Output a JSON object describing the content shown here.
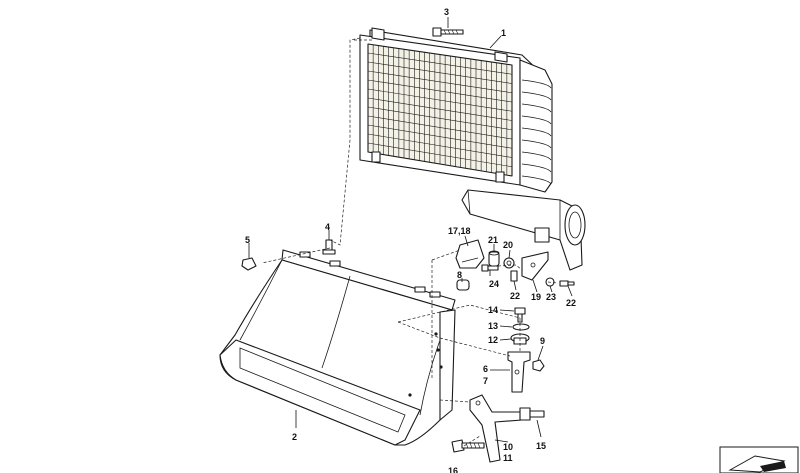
{
  "callouts": [
    {
      "id": "c1",
      "text": "1"
    },
    {
      "id": "c2",
      "text": "2"
    },
    {
      "id": "c3",
      "text": "3"
    },
    {
      "id": "c4",
      "text": "4"
    },
    {
      "id": "c5",
      "text": "5"
    },
    {
      "id": "c6",
      "text": "6"
    },
    {
      "id": "c7",
      "text": "7"
    },
    {
      "id": "c8",
      "text": "8"
    },
    {
      "id": "c9",
      "text": "9"
    },
    {
      "id": "c10",
      "text": "10"
    },
    {
      "id": "c11",
      "text": "11"
    },
    {
      "id": "c12",
      "text": "12"
    },
    {
      "id": "c13",
      "text": "13"
    },
    {
      "id": "c14",
      "text": "14"
    },
    {
      "id": "c15",
      "text": "15"
    },
    {
      "id": "c16",
      "text": "16"
    },
    {
      "id": "c1718",
      "text": "17,18"
    },
    {
      "id": "c19",
      "text": "19"
    },
    {
      "id": "c20",
      "text": "20"
    },
    {
      "id": "c21",
      "text": "21"
    },
    {
      "id": "c22a",
      "text": "22"
    },
    {
      "id": "c22b",
      "text": "22"
    },
    {
      "id": "c23",
      "text": "23"
    },
    {
      "id": "c24",
      "text": "24"
    }
  ],
  "colors": {
    "line": "#1a1a1a",
    "background": "#ffffff"
  }
}
